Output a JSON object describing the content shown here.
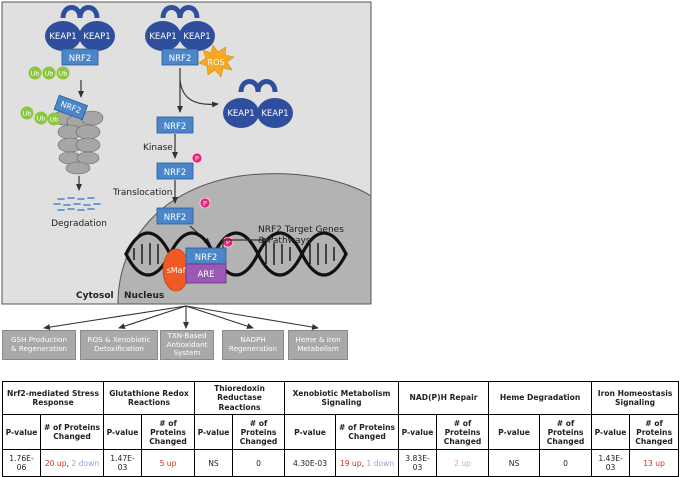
{
  "diagram": {
    "keap1": "KEAP1",
    "nrf2": "NRF2",
    "ub": "Ub",
    "ros": "ROS",
    "p": "P",
    "smaf": "sMaf",
    "are": "ARE",
    "kinase": "Kinase",
    "translocation": "Translocation",
    "degradation": "Degradation",
    "target_line1": "NRF2 Target Genes",
    "target_line2": "& Pathways",
    "cytosol": "Cytosol",
    "nucleus": "Nucleus"
  },
  "pathways": [
    "GSH Production\n& Regeneration",
    "ROS & Xenobiotic\nDetoxification",
    "TXN-Based\nAntioxidant\nSystem",
    "NADPH\nRegeneration",
    "Heme & Iron\nMetabolism"
  ],
  "table": {
    "groups": [
      "Nrf2-mediated Stress\nResponse",
      "Glutathione Redox\nReactions",
      "Thioredoxin\nReductase\nReactions",
      "Xenobiotic Metabolism\nSignaling",
      "NAD(P)H Repair",
      "Heme Degradation",
      "Iron Homeostasis\nSignaling"
    ],
    "pvalue_header": "P-value",
    "proteins_header": "# of Proteins\nChanged",
    "proteins_header_narrow": "# of\nProteins\nChanged",
    "rows": [
      {
        "pvalue": "1.76E-06",
        "up": "20 up",
        "sep": ", ",
        "down": "2 down"
      },
      {
        "pvalue": "1.47E-03",
        "up": "5 up"
      },
      {
        "pvalue": "NS",
        "plain": "0"
      },
      {
        "pvalue": "4.30E-03",
        "up": "19 up",
        "sep": ", ",
        "down": "1 down"
      },
      {
        "pvalue": "3.83E-03",
        "up_faint": "2 up"
      },
      {
        "pvalue": "NS",
        "plain": "0"
      },
      {
        "pvalue": "1.43E-03",
        "up": "13 up"
      }
    ]
  },
  "colors": {
    "keap1": "#2f4f9e",
    "nrf2": "#4a86c8",
    "ub": "#8cc63f",
    "ros": "#f7a823",
    "phospho": "#e8237a",
    "smaf": "#f05a24",
    "are": "#9b59b6",
    "cytoplasm": "#e0e0e0",
    "nucleus": "#b3b3b3",
    "pathway_box": "#a9a9a9",
    "up": "#d2331c",
    "down": "#8ea6d6"
  }
}
